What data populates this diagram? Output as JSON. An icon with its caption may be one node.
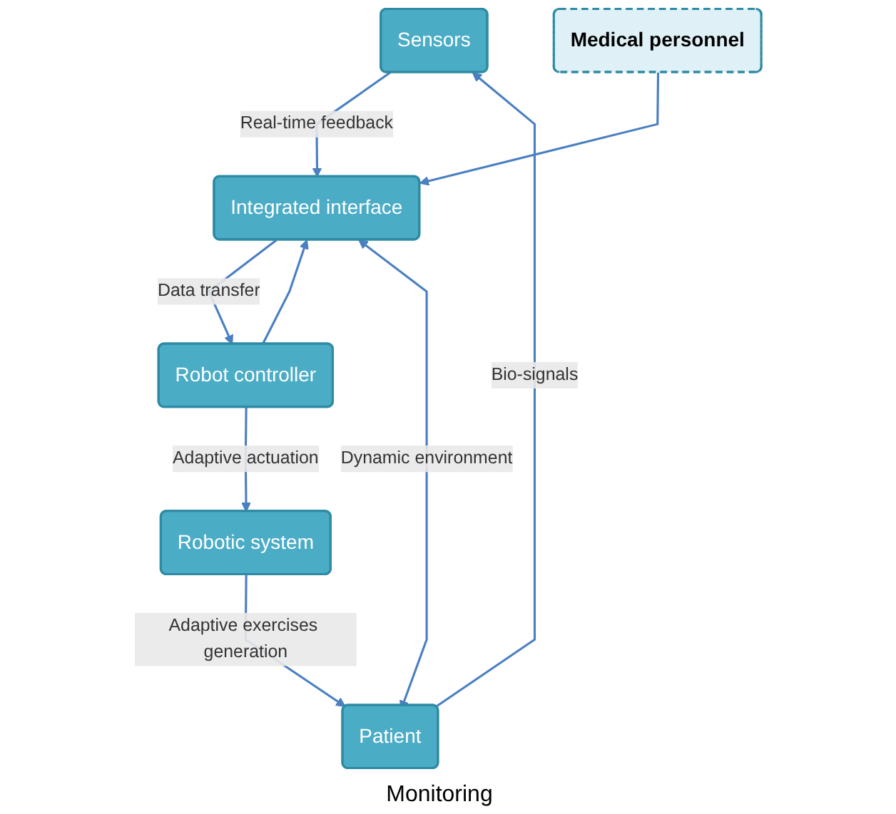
{
  "diagram": {
    "nodes": [
      {
        "text": [
          "Sensors"
        ]
      },
      {
        "text": [
          "Medical personnel"
        ]
      },
      {
        "text": [
          "Patient"
        ]
      },
      {
        "text": [
          "Integrated interface"
        ]
      },
      {
        "text": [
          "Robotic system"
        ]
      },
      {
        "text": [
          "Robot controller"
        ]
      }
    ],
    "edges": [
      {
        "from": 0,
        "to": 3,
        "arrow": "to",
        "label": "Real-time feedback"
      },
      {
        "from": 1,
        "to": 3,
        "arrow": "to"
      },
      {
        "from": 2,
        "to": 0,
        "arrow": "to",
        "label": "Bio-signals"
      },
      {
        "from": 2,
        "to": 3,
        "arrow": "both",
        "label": "Dynamic environment"
      },
      {
        "from": 3,
        "to": 5,
        "arrow": "to",
        "label": "Data transfer"
      },
      {
        "from": 5,
        "to": 3,
        "arrow": "to"
      },
      {
        "from": 5,
        "to": 4,
        "arrow": "to",
        "label": "Adaptive actuation"
      },
      {
        "from": 4,
        "to": 2,
        "arrow": "to",
        "label": "Adaptive exercises generation"
      }
    ],
    "labels": [
      "Monitoring"
    ]
  }
}
